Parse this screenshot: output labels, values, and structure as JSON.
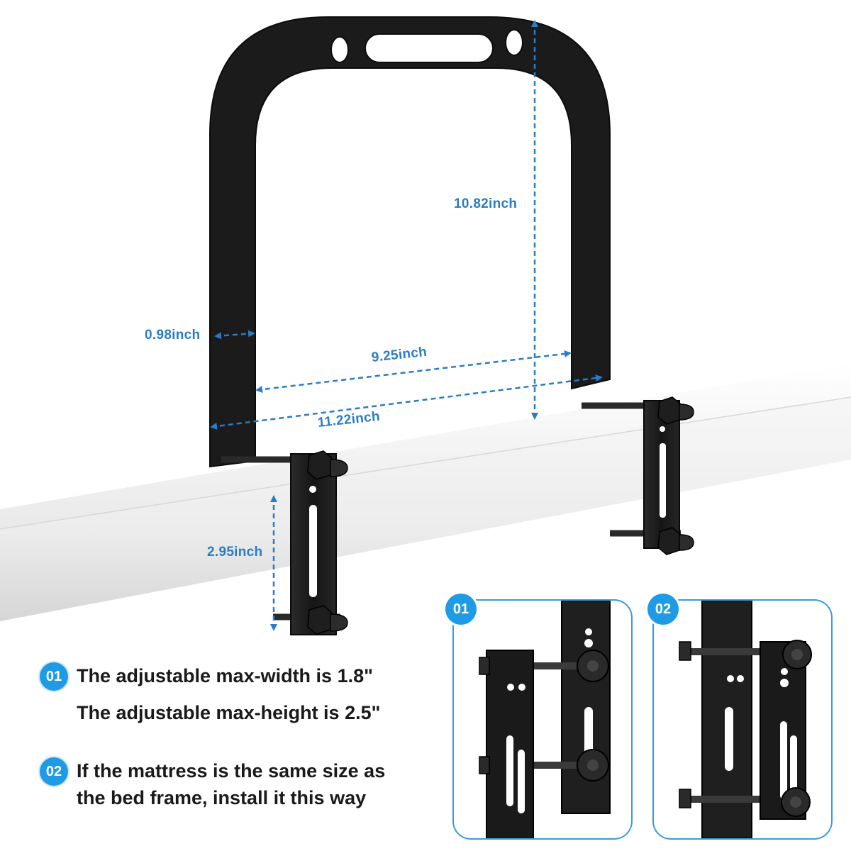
{
  "dimensions": {
    "height": "10.82inch",
    "bar_width": "0.98inch",
    "inner_width": "9.25inch",
    "outer_width": "11.22inch",
    "clamp_height": "2.95inch"
  },
  "notes": [
    {
      "badge": "01",
      "lines": [
        "The adjustable max-width is 1.8\"",
        "The adjustable max-height is 2.5\""
      ]
    },
    {
      "badge": "02",
      "lines": [
        "If the mattress is the same size as",
        "the bed frame, install it this way"
      ]
    }
  ],
  "panels": [
    {
      "badge": "01"
    },
    {
      "badge": "02"
    }
  ],
  "colors": {
    "accent": "#1f9be6",
    "dimension": "#2a7cc7",
    "metal": "#1c1c1c",
    "rail": "#f2f2f2"
  }
}
